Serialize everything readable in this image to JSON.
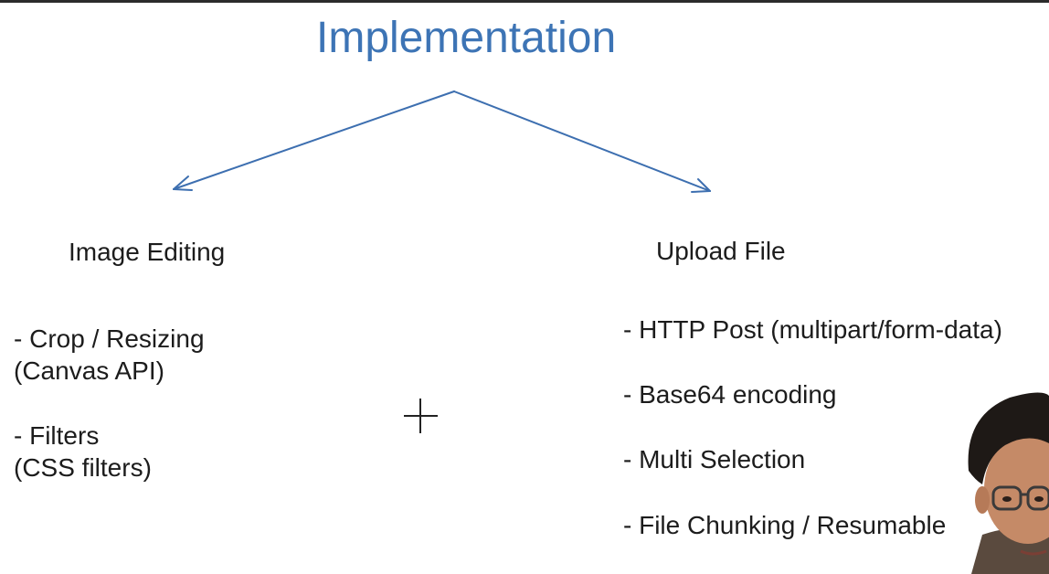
{
  "slide": {
    "title": "Implementation",
    "left_branch": {
      "heading": "Image Editing",
      "items": [
        {
          "line1": "- Crop / Resizing",
          "line2": "(Canvas API)"
        },
        {
          "line1": "- Filters",
          "line2": "(CSS filters)"
        }
      ]
    },
    "right_branch": {
      "heading": "Upload File",
      "items": [
        "- HTTP Post (multipart/form-data)",
        "- Base64 encoding",
        "- Multi Selection",
        "- File Chunking / Resumable"
      ]
    }
  },
  "colors": {
    "title": "#3d74b5",
    "arrows": "#3d6fb0",
    "text": "#1c1c1c"
  }
}
